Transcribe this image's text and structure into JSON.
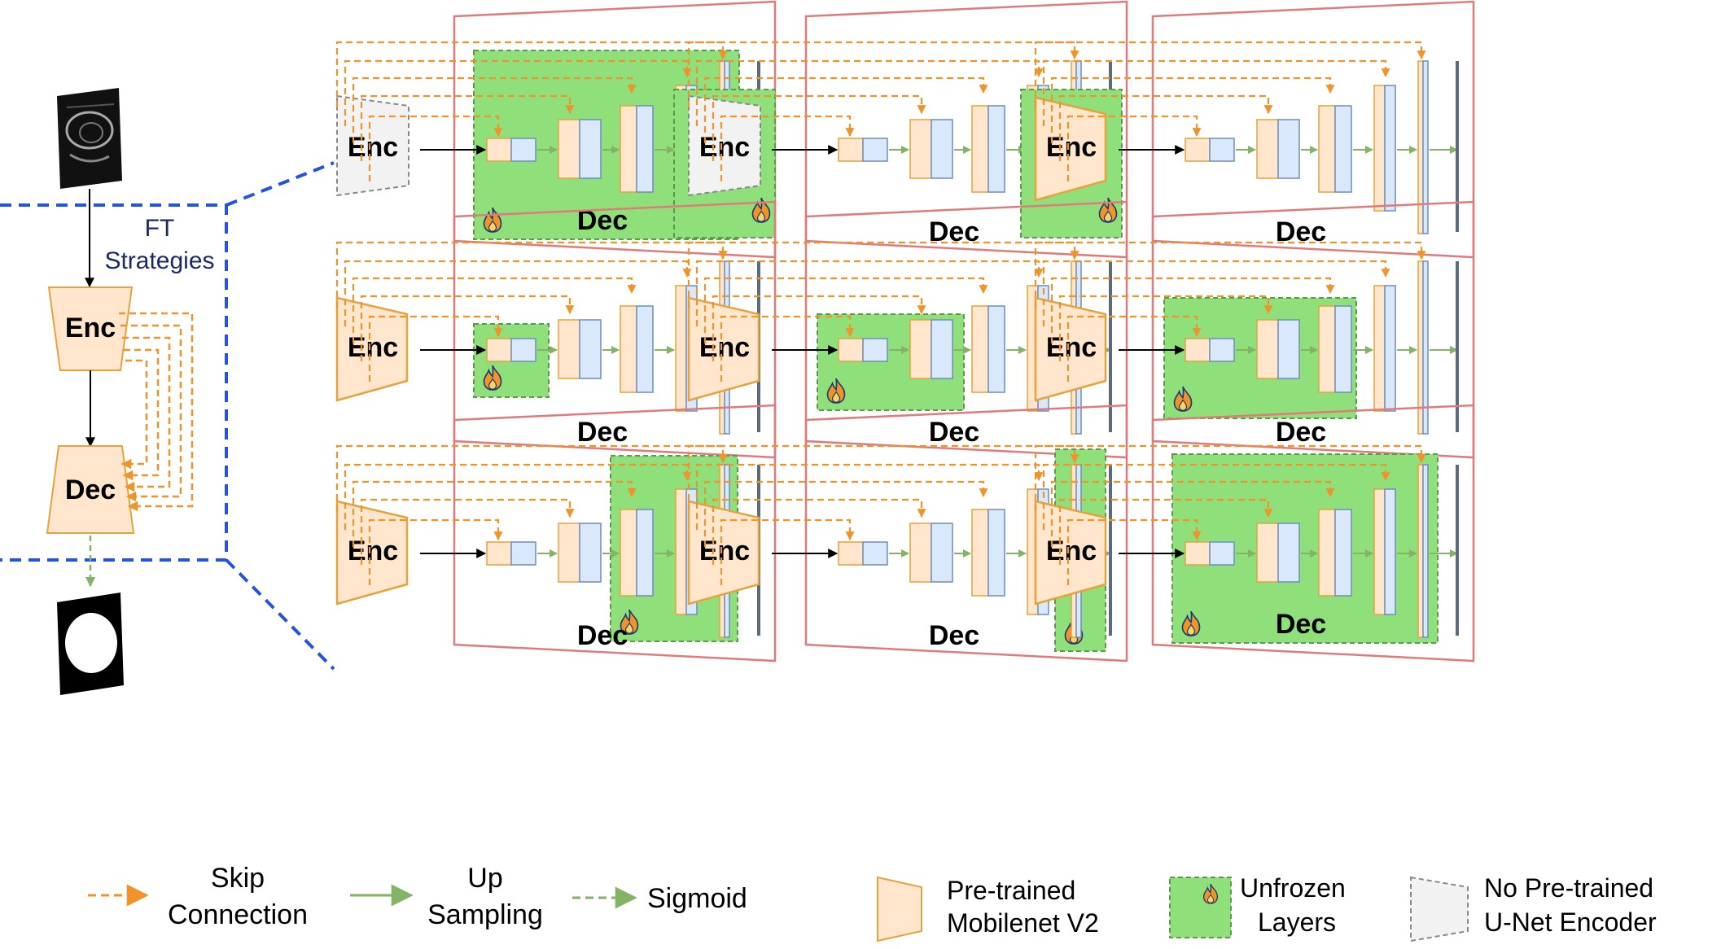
{
  "main": {
    "ft_strategies_line1": "FT",
    "ft_strategies_line2": "Strategies",
    "enc_label": "Enc",
    "dec_label": "Dec"
  },
  "legend": {
    "skip_line1": "Skip",
    "skip_line2": "Connection",
    "up_line1": "Up",
    "up_line2": "Sampling",
    "sigmoid": "Sigmoid",
    "pretrained_line1": "Pre-trained",
    "pretrained_line2": "Mobilenet V2",
    "unfrozen_line1": "Unfrozen",
    "unfrozen_line2": "Layers",
    "nopretrained_line1": "No Pre-trained",
    "nopretrained_line2": "U-Net Encoder"
  },
  "colors": {
    "skip": "#f0942a",
    "upsample": "#82b366",
    "sigmoid": "#82b366",
    "encoder_fill": "#ffe6cc",
    "encoder_stroke": "#e6a23c",
    "encoder_gray_fill": "#f2f2f2",
    "encoder_gray_stroke": "#888888",
    "decoder_box": "#e07b7b",
    "unfrozen_fill": "#8fe07a",
    "unfrozen_stroke": "#5a9a4a",
    "blue_dash": "#2255dd",
    "block_blue": "#dae8fc",
    "block_blue_stroke": "#6c8ebf",
    "bar": "#5b6b7b"
  },
  "panels": [
    {
      "encoder": "nopretrained",
      "enc_unfrozen": false,
      "dec_unfrozen": "all"
    },
    {
      "encoder": "nopretrained",
      "enc_unfrozen": true,
      "dec_unfrozen": "none"
    },
    {
      "encoder": "pretrained",
      "enc_unfrozen": true,
      "dec_unfrozen": "none"
    },
    {
      "encoder": "pretrained",
      "enc_unfrozen": false,
      "dec_unfrozen": "b1"
    },
    {
      "encoder": "pretrained",
      "enc_unfrozen": false,
      "dec_unfrozen": "b12"
    },
    {
      "encoder": "pretrained",
      "enc_unfrozen": false,
      "dec_unfrozen": "b123"
    },
    {
      "encoder": "pretrained",
      "enc_unfrozen": false,
      "dec_unfrozen": "b34"
    },
    {
      "encoder": "pretrained",
      "enc_unfrozen": false,
      "dec_unfrozen": "b4"
    },
    {
      "encoder": "pretrained",
      "enc_unfrozen": false,
      "dec_unfrozen": "all"
    }
  ],
  "icons": {
    "ultrasound": "ultrasound-image-icon",
    "mask": "segmentation-mask-icon",
    "flame": "flame-icon"
  }
}
